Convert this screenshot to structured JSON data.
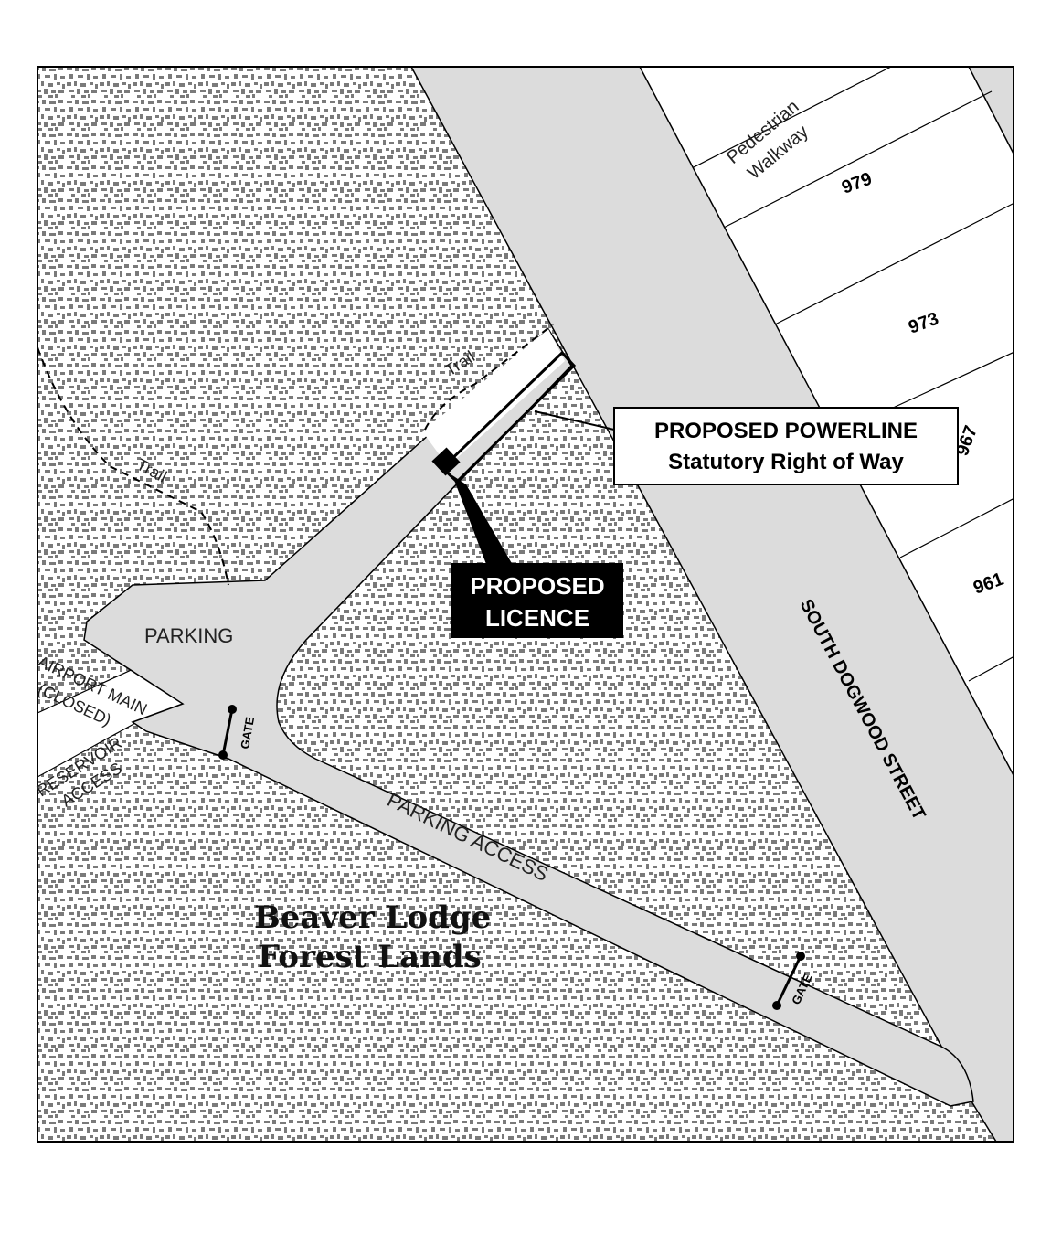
{
  "map": {
    "forest_title_line1": "Beaver Lodge",
    "forest_title_line2": "Forest Lands",
    "street": "SOUTH DOGWOOD STREET",
    "parking": "PARKING",
    "parking_access": "PARKING ACCESS",
    "airport_road_line1": "AIRPORT MAIN",
    "airport_road_line2": "(CLOSED)",
    "reservoir_line1": "RESERVOIR",
    "reservoir_line2": "ACCESS",
    "trail_upper": "Trail",
    "trail_lower": "Trail",
    "gate_west": "GATE",
    "gate_east": "GATE",
    "walkway_line1": "Pedestrian",
    "walkway_line2": "Walkway",
    "lots": [
      "979",
      "973",
      "967",
      "961"
    ],
    "callout_powerline_line1": "PROPOSED POWERLINE",
    "callout_powerline_line2": "Statutory Right of Way",
    "callout_licence_line1": "PROPOSED",
    "callout_licence_line2": "LICENCE"
  },
  "colors": {
    "road": "#dcdcdc",
    "forest_texture": "#7a7a7a",
    "ink": "#000000"
  }
}
